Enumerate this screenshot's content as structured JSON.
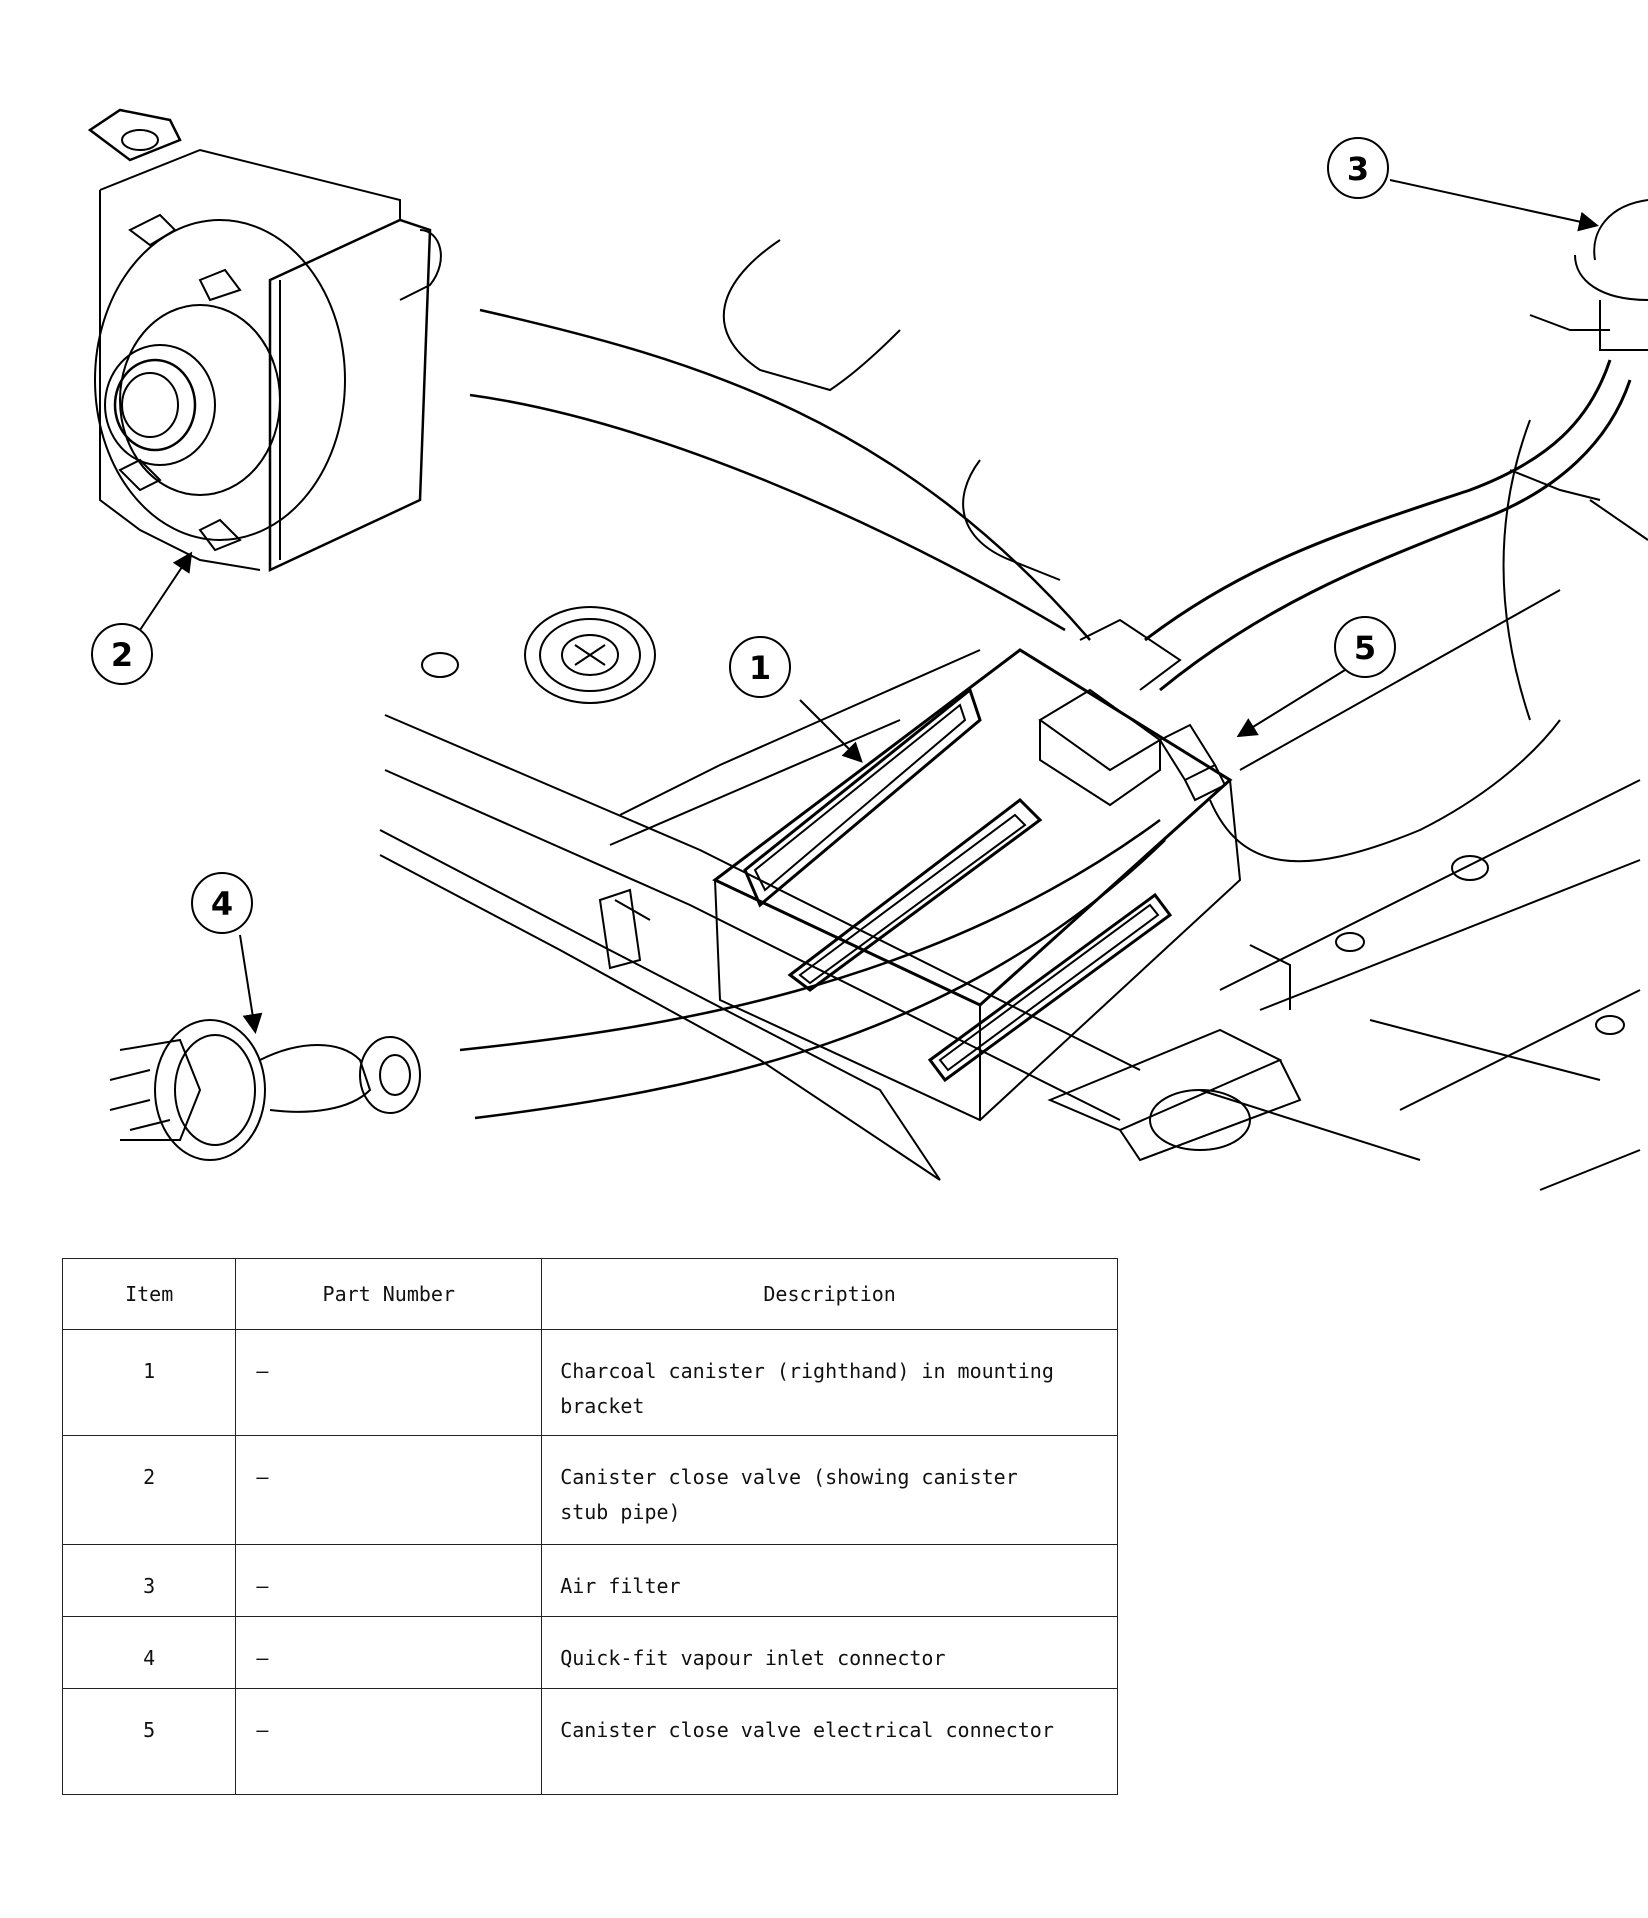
{
  "callouts": [
    "1",
    "2",
    "3",
    "4",
    "5"
  ],
  "table": {
    "headers": {
      "item": "Item",
      "part_number": "Part Number",
      "description": "Description"
    },
    "rows": [
      {
        "item": "1",
        "part_number": "–",
        "description": "Charcoal canister (righthand) in mounting bracket"
      },
      {
        "item": "2",
        "part_number": "–",
        "description": "Canister close valve (showing canister stub pipe)"
      },
      {
        "item": "3",
        "part_number": "–",
        "description": "Air filter"
      },
      {
        "item": "4",
        "part_number": "–",
        "description": "Quick-fit vapour inlet connector"
      },
      {
        "item": "5",
        "part_number": "–",
        "description": "Canister close valve electrical connector"
      }
    ]
  }
}
